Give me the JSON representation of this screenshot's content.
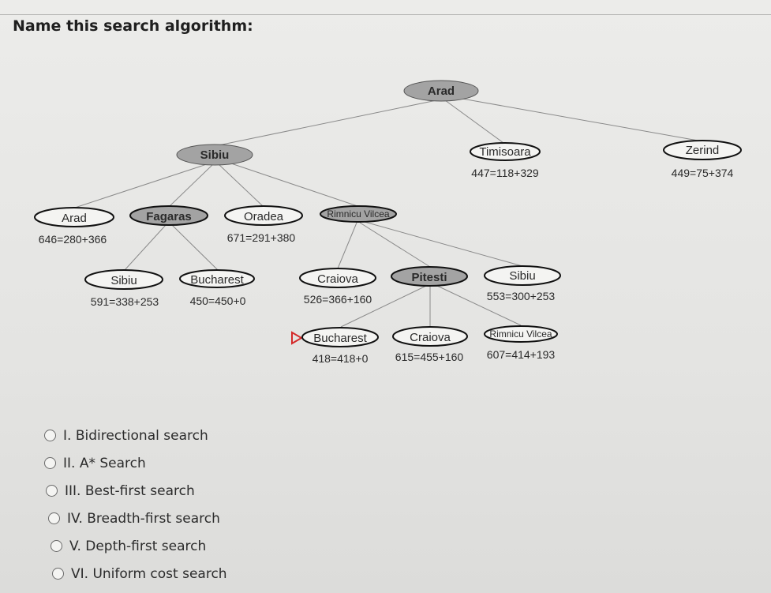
{
  "question": {
    "title": "Name this search algorithm:"
  },
  "tree": {
    "nodes": {
      "arad_root": {
        "label": "Arad"
      },
      "sibiu": {
        "label": "Sibiu"
      },
      "timisoara": {
        "label": "Timisoara",
        "cost": "447=118+329"
      },
      "zerind": {
        "label": "Zerind",
        "cost": "449=75+374"
      },
      "arad2": {
        "label": "Arad",
        "cost": "646=280+366"
      },
      "fagaras": {
        "label": "Fagaras"
      },
      "oradea": {
        "label": "Oradea",
        "cost": "671=291+380"
      },
      "rimnicu1": {
        "label": "Rimnicu Vilcea"
      },
      "sibiu2": {
        "label": "Sibiu",
        "cost": "591=338+253"
      },
      "bucharest1": {
        "label": "Bucharest",
        "cost": "450=450+0"
      },
      "craiova1": {
        "label": "Craiova",
        "cost": "526=366+160"
      },
      "pitesti": {
        "label": "Pitesti"
      },
      "sibiu3": {
        "label": "Sibiu",
        "cost": "553=300+253"
      },
      "bucharest2": {
        "label": "Bucharest",
        "cost": "418=418+0"
      },
      "craiova2": {
        "label": "Craiova",
        "cost": "615=455+160"
      },
      "rimnicu2": {
        "label": "Rimnicu Vilcea",
        "cost": "607=414+193"
      }
    },
    "colors": {
      "expanded_fill": "#a3a3a3",
      "frontier_fill": "#f4f4f2",
      "edge": "#8a8a8a",
      "goal_marker": "#d42a2a"
    }
  },
  "options": [
    {
      "label": "I.  Bidirectional search"
    },
    {
      "label": "II. A* Search"
    },
    {
      "label": "III. Best-first search"
    },
    {
      "label": "IV. Breadth-first search"
    },
    {
      "label": "V.  Depth-first search"
    },
    {
      "label": "VI. Uniform cost search"
    }
  ]
}
